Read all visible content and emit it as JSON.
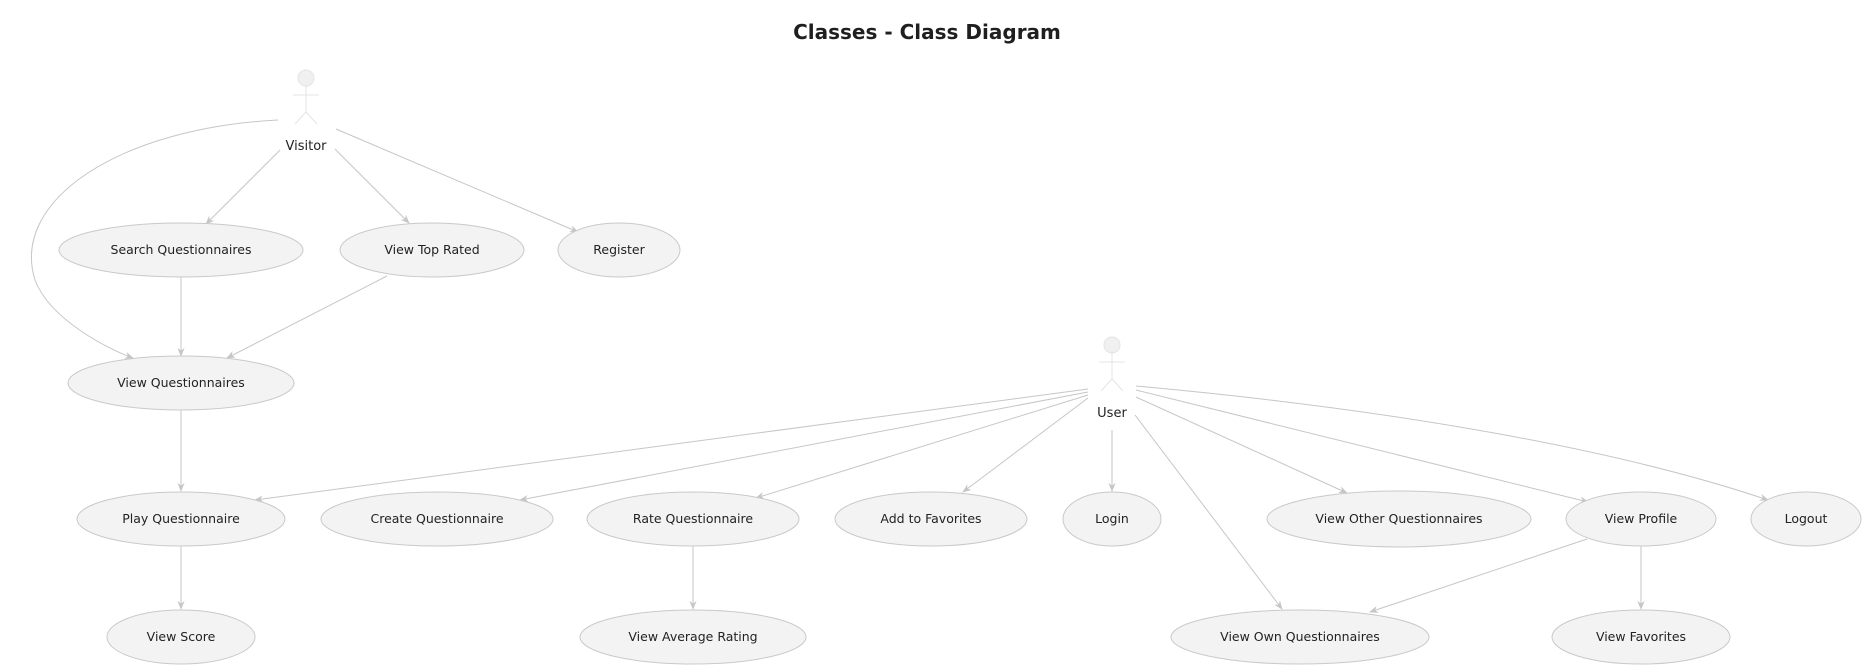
{
  "title": "Classes - Class Diagram",
  "actors": {
    "visitor": "Visitor",
    "user": "User"
  },
  "use_cases": {
    "search_questionnaires": "Search Questionnaires",
    "view_top_rated": "View Top Rated",
    "register": "Register",
    "view_questionnaires": "View Questionnaires",
    "play_questionnaire": "Play Questionnaire",
    "view_score": "View Score",
    "create_questionnaire": "Create Questionnaire",
    "rate_questionnaire": "Rate Questionnaire",
    "view_average_rating": "View Average Rating",
    "add_to_favorites": "Add to Favorites",
    "login": "Login",
    "view_other_questionnaires": "View Other Questionnaires",
    "view_profile": "View Profile",
    "logout": "Logout",
    "view_own_questionnaires": "View Own Questionnaires",
    "view_favorites": "View Favorites"
  },
  "relationships": [
    {
      "from": "visitor",
      "to": "search_questionnaires"
    },
    {
      "from": "visitor",
      "to": "view_top_rated"
    },
    {
      "from": "visitor",
      "to": "register"
    },
    {
      "from": "visitor",
      "to": "view_questionnaires"
    },
    {
      "from": "search_questionnaires",
      "to": "view_questionnaires"
    },
    {
      "from": "view_top_rated",
      "to": "view_questionnaires"
    },
    {
      "from": "view_questionnaires",
      "to": "play_questionnaire"
    },
    {
      "from": "play_questionnaire",
      "to": "view_score"
    },
    {
      "from": "user",
      "to": "play_questionnaire"
    },
    {
      "from": "user",
      "to": "create_questionnaire"
    },
    {
      "from": "user",
      "to": "rate_questionnaire"
    },
    {
      "from": "user",
      "to": "add_to_favorites"
    },
    {
      "from": "user",
      "to": "login"
    },
    {
      "from": "user",
      "to": "view_other_questionnaires"
    },
    {
      "from": "user",
      "to": "view_profile"
    },
    {
      "from": "user",
      "to": "logout"
    },
    {
      "from": "user",
      "to": "view_own_questionnaires"
    },
    {
      "from": "rate_questionnaire",
      "to": "view_average_rating"
    },
    {
      "from": "view_profile",
      "to": "view_own_questionnaires"
    },
    {
      "from": "view_profile",
      "to": "view_favorites"
    }
  ]
}
